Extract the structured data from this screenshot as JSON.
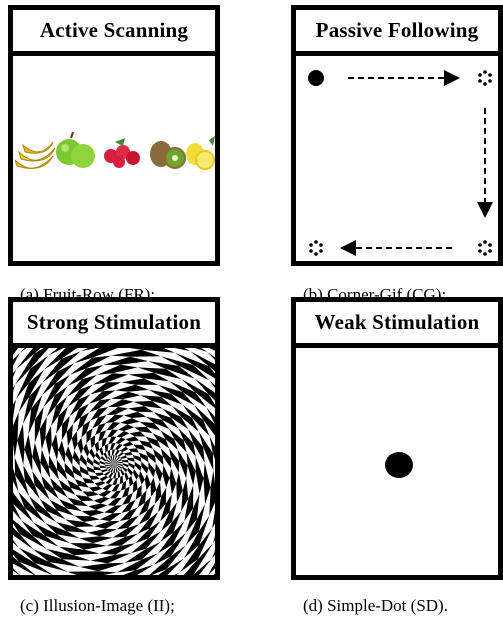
{
  "panels": [
    {
      "id": "a",
      "title": "Active Scanning",
      "caption": "(a)  Fruit-Row (FR);",
      "fruits": [
        "banana",
        "green-apple",
        "raspberries",
        "kiwi",
        "lemon"
      ]
    },
    {
      "id": "b",
      "title": "Passive Following",
      "caption": "(b)  Corner-Gif (CG);"
    },
    {
      "id": "c",
      "title": "Strong Stimulation",
      "caption": "(c)  Illusion-Image (II);"
    },
    {
      "id": "d",
      "title": "Weak Stimulation",
      "caption": "(d)  Simple-Dot (SD)."
    }
  ],
  "colors": {
    "frame": "#000000",
    "background": "#ffffff",
    "banana": "#e8c21a",
    "apple": "#7cc832",
    "raspberry": "#d81e3c",
    "kiwi_skin": "#8a6a3a",
    "kiwi_flesh": "#6fa52a",
    "lemon": "#f2dc3a"
  }
}
